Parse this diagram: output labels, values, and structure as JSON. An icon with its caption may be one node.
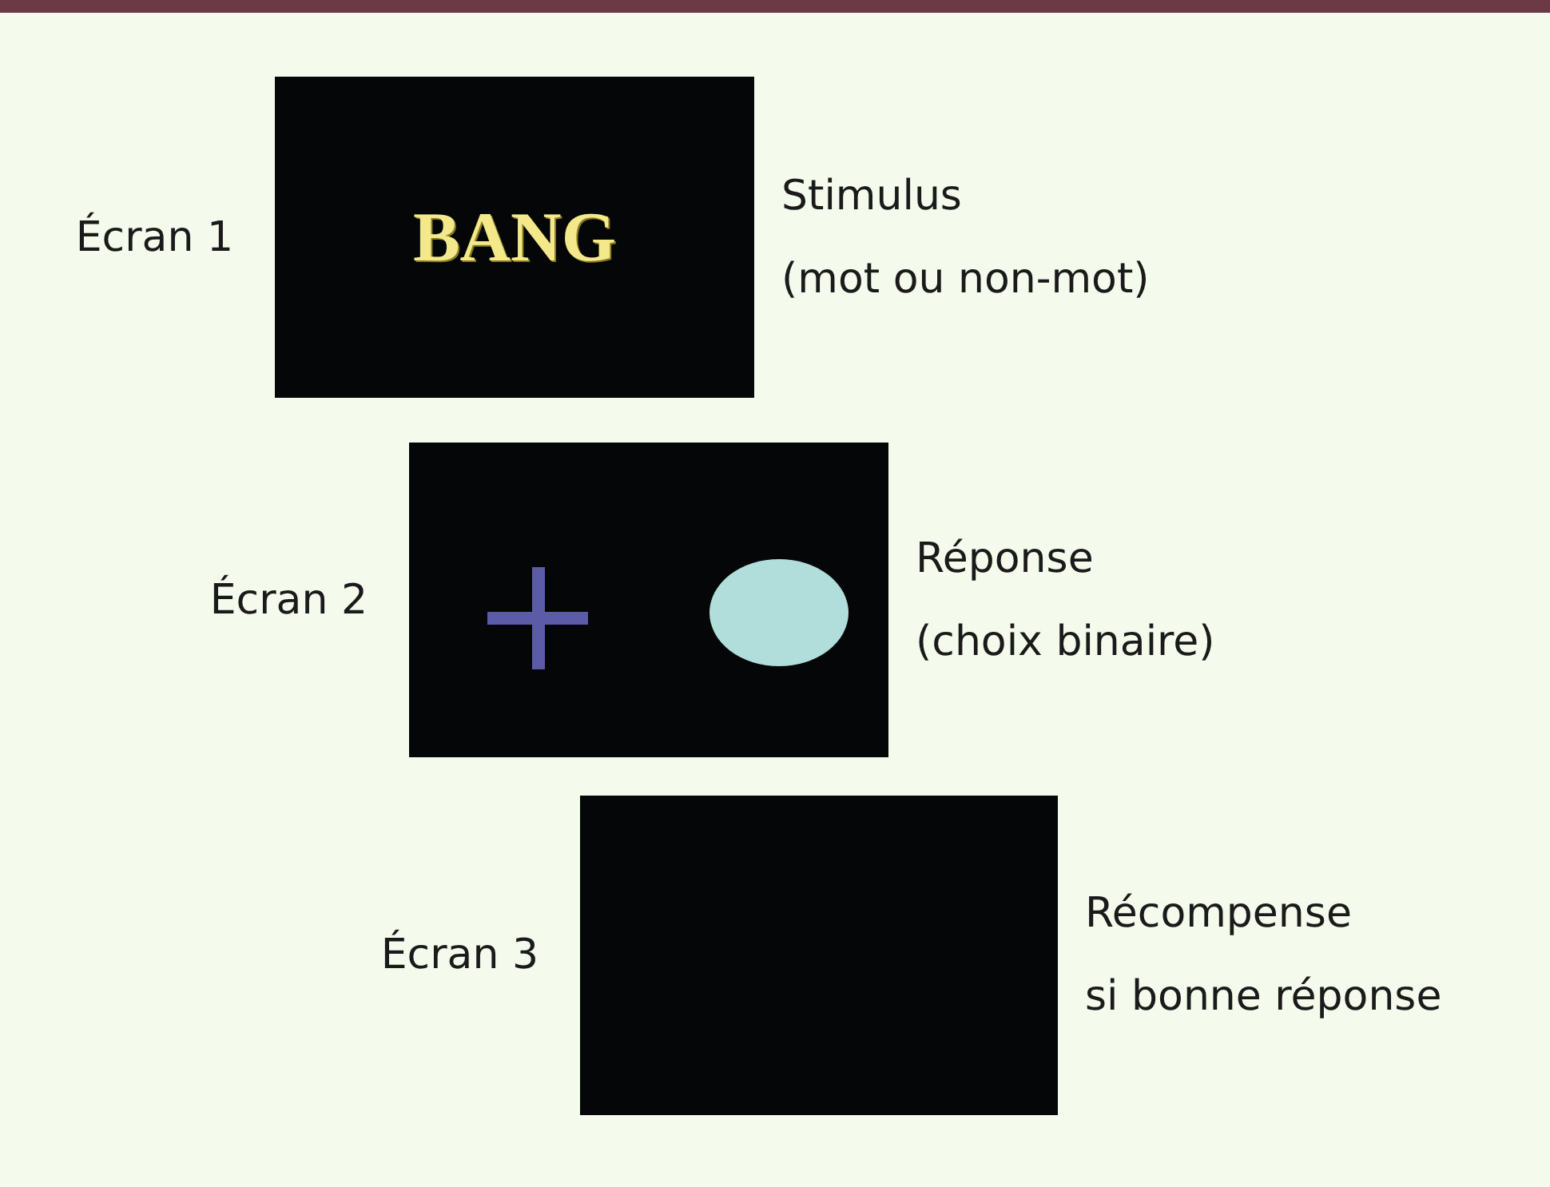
{
  "diagram": {
    "nodes": [
      {
        "text": [
          "BANG"
        ],
        "beside": [
          "Écran 1",
          "Stimulus (mot ou non-mot)"
        ]
      },
      {
        "text": [],
        "shape": "box",
        "beside": [
          "Écran 2",
          "Réponse (choix binaire)"
        ]
      },
      {
        "text": [],
        "shape": "box",
        "beside": [
          "Écran 3",
          "Récompense si bonne réponse"
        ]
      }
    ],
    "edges": []
  }
}
